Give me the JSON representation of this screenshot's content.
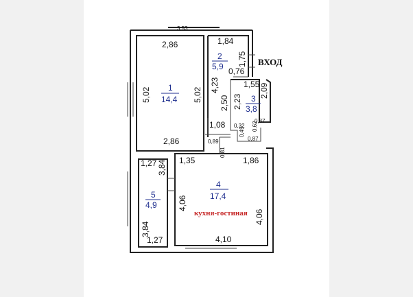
{
  "plan": {
    "entry_label": "ВХОД",
    "note": "кухня-гостиная",
    "top_cut_label": "3,53",
    "rooms": [
      {
        "number": "1",
        "area": "14,4"
      },
      {
        "number": "2",
        "area": "5,9"
      },
      {
        "number": "3",
        "area": "3,8"
      },
      {
        "number": "4",
        "area": "17,4"
      },
      {
        "number": "5",
        "area": "4,9"
      }
    ],
    "dims": {
      "r1_top": "2,86",
      "r1_bottom": "2,86",
      "r1_left": "5,02",
      "r1_right": "5,02",
      "r2_top": "1,84",
      "r2_right": "1,75",
      "r2_left": "4,23",
      "r2_bottom": "0,76",
      "corr_side": "2,50",
      "corr_bottom": "1,08",
      "door_gap": "0,89",
      "passage": "0,81",
      "r3_top": "1,55",
      "r3_right": "2,09",
      "r3_left": "2,23",
      "r3_s1": "0,32",
      "r3_s2": "0,49",
      "r3_s3": "0,62",
      "r3_s4": "0,37",
      "r3_s5": "0,87",
      "r4_top_left": "1,35",
      "r4_top_right": "1,86",
      "r4_left": "4,06",
      "r4_right": "4,06",
      "r4_bottom": "4,10",
      "r5_top": "1,27",
      "r5_top_side": "3,84",
      "r5_bottom_side": "3,84",
      "r5_bottom": "1,27"
    }
  }
}
